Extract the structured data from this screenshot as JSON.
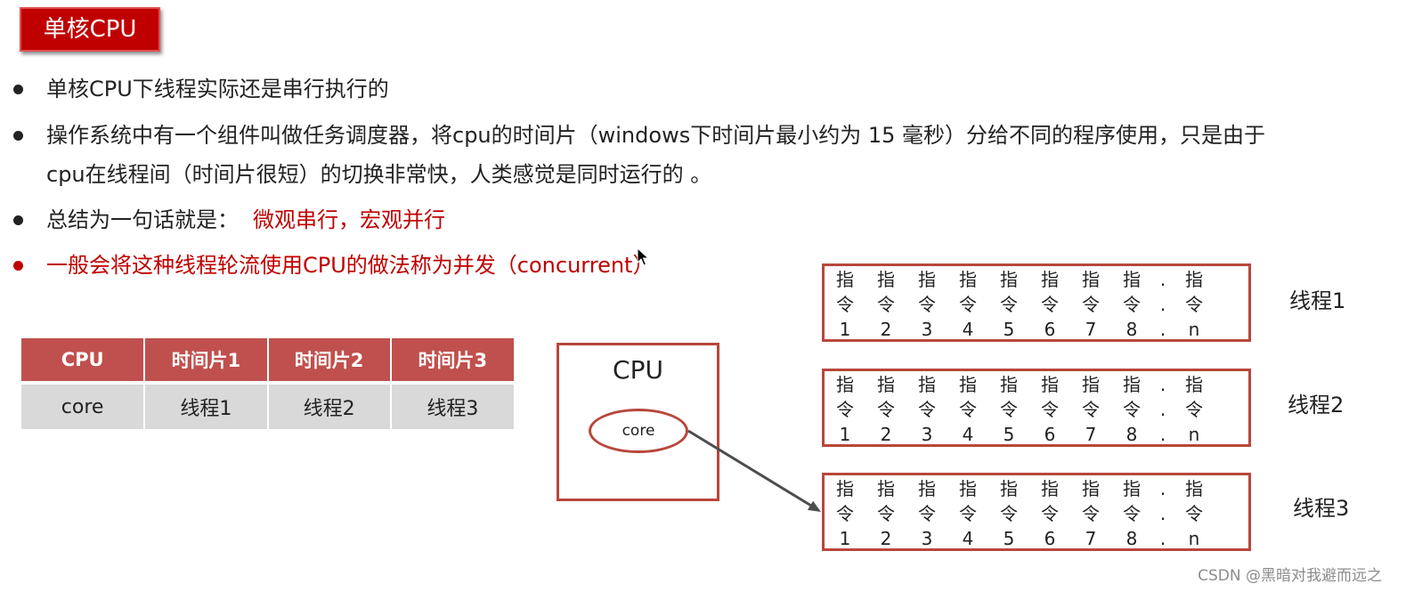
{
  "slide": {
    "title": "单核CPU",
    "bullets": [
      {
        "text": "单核CPU下线程实际还是串行执行的"
      },
      {
        "lines": [
          "操作系统中有一个组件叫做任务调度器，将cpu的时间片（windows下时间片最小约为 15 毫秒）分给不同的程序使用，只是由于",
          "cpu在线程间（时间片很短）的切换非常快，人类感觉是同时运行的 。"
        ]
      },
      {
        "text": "总结为一句话就是：",
        "highlight": "微观串行，宏观并行"
      },
      {
        "text": "一般会将这种线程轮流使用CPU的做法称为并发（concurrent）"
      }
    ]
  },
  "table": {
    "headers": [
      "CPU",
      "时间片1",
      "时间片2",
      "时间片3"
    ],
    "rows": [
      [
        "core",
        "线程1",
        "线程2",
        "线程3"
      ]
    ]
  },
  "diagram": {
    "cpu_label": "CPU",
    "core_label": "core",
    "threads": [
      {
        "label": "线程1",
        "instructions": [
          "指令1",
          "指令2",
          "指令3",
          "指令4",
          "指令5",
          "指令6",
          "指令7",
          "指令8",
          "...",
          "指令n"
        ]
      },
      {
        "label": "线程2",
        "instructions": [
          "指令1",
          "指令2",
          "指令3",
          "指令4",
          "指令5",
          "指令6",
          "指令7",
          "指令8",
          "...",
          "指令n"
        ]
      },
      {
        "label": "线程3",
        "instructions": [
          "指令1",
          "指令2",
          "指令3",
          "指令4",
          "指令5",
          "指令6",
          "指令7",
          "指令8",
          "...",
          "指令n"
        ]
      }
    ]
  },
  "watermark": "CSDN @黑暗对我避而远之",
  "icons": {
    "bullet": "bullet-dot-icon",
    "pointer": "mouse-cursor-icon",
    "connector": "arrow-head-icon"
  },
  "colors": {
    "title_bg": "#c00000",
    "highlight_text": "#c00000",
    "body_text": "#222222",
    "table_header_bg": "#c0504d",
    "table_body_bg": "#d9d9d9",
    "diagram_border": "#b8473b",
    "arrow": "#4d4d4d",
    "watermark_text": "#8c8c8c"
  }
}
